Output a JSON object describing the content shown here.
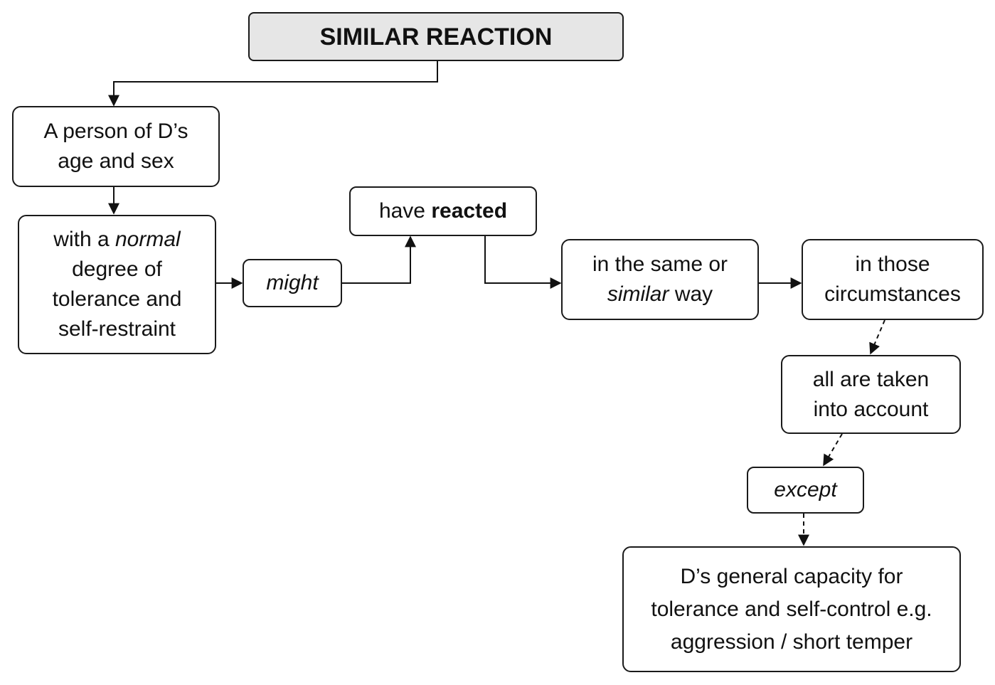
{
  "title": "SIMILAR REACTION",
  "nodes": {
    "person": {
      "line1": "A person of D’s",
      "line2": "age and sex"
    },
    "tolerance": {
      "pre": "with a ",
      "italic": "normal",
      "line2": "degree of",
      "line3": "tolerance and",
      "line4": "self-restraint"
    },
    "might": {
      "text": "might"
    },
    "reacted": {
      "pre": "have ",
      "bold": "reacted"
    },
    "same_way": {
      "line1": "in the same or",
      "italic": "similar",
      "post": " way"
    },
    "circumstances": {
      "line1": "in those",
      "line2": "circumstances"
    },
    "all_taken": {
      "line1": "all are taken",
      "line2": "into account"
    },
    "except": {
      "text": "except"
    },
    "capacity": {
      "line1": "D’s general capacity for",
      "line2": "tolerance and self-control e.g.",
      "line3": "aggression / short temper"
    }
  }
}
